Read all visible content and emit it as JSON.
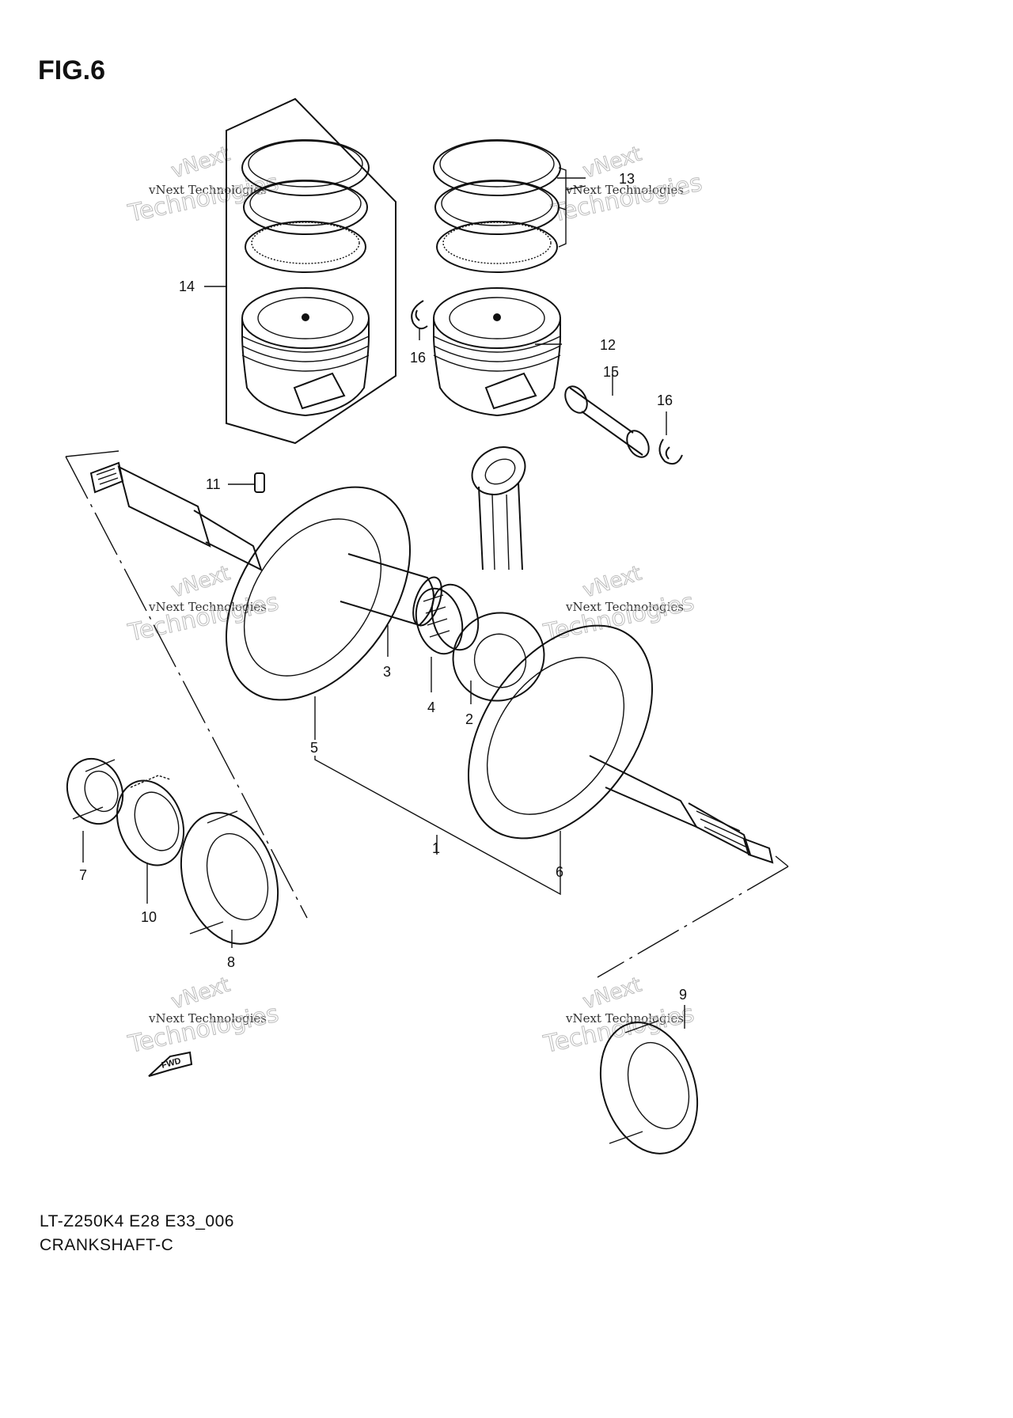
{
  "figure": {
    "title": "FIG.6",
    "model_code": "LT-Z250K4 E28 E33_006",
    "section_name": "CRANKSHAFT-C"
  },
  "watermark": {
    "line1": "vNext",
    "line2": "vNext Technologies",
    "line3": "Technologies"
  },
  "fwd_label": "FWD",
  "callouts": [
    {
      "id": "1",
      "label": "1"
    },
    {
      "id": "2",
      "label": "2"
    },
    {
      "id": "3",
      "label": "3"
    },
    {
      "id": "4",
      "label": "4"
    },
    {
      "id": "5",
      "label": "5"
    },
    {
      "id": "6",
      "label": "6"
    },
    {
      "id": "7",
      "label": "7"
    },
    {
      "id": "8",
      "label": "8"
    },
    {
      "id": "9",
      "label": "9"
    },
    {
      "id": "10",
      "label": "10"
    },
    {
      "id": "11",
      "label": "11"
    },
    {
      "id": "12",
      "label": "12"
    },
    {
      "id": "13",
      "label": "13"
    },
    {
      "id": "14",
      "label": "14"
    },
    {
      "id": "15",
      "label": "15"
    },
    {
      "id": "16a",
      "label": "16"
    },
    {
      "id": "16b",
      "label": "16"
    }
  ]
}
